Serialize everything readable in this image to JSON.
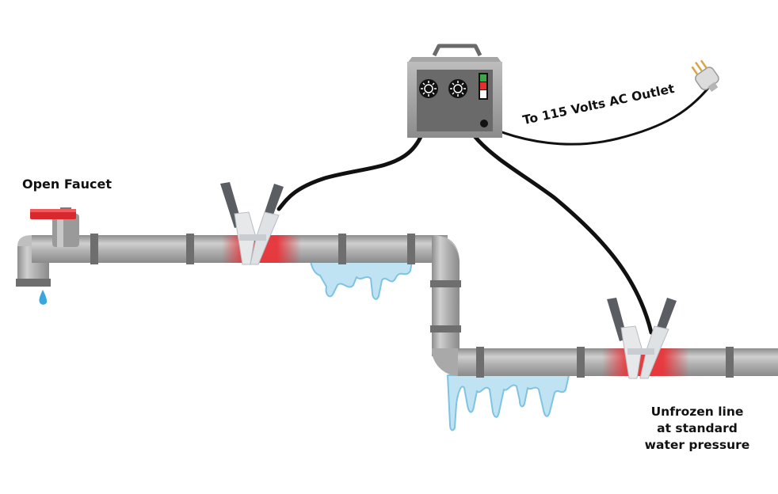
{
  "labels": {
    "faucet": "Open Faucet",
    "outlet": "To 115 Volts AC Outlet",
    "unfrozen_line_1": "Unfrozen line",
    "unfrozen_line_2": "at standard",
    "unfrozen_line_3": "water pressure"
  },
  "colors": {
    "pipe": "#a6a6a6",
    "pipe_light": "#c9c9c9",
    "pipe_joint": "#6e6e6e",
    "heat": "#e8353a",
    "faucet_handle": "#d9272e",
    "ice": "#bfe3f3",
    "ice_edge": "#7fc3e3",
    "box": "#8e8e8e",
    "box_panel": "#6a6a6a",
    "cable": "#111111",
    "clamp_grip": "#5a5d62",
    "clamp_body": "#e6e8ea",
    "indicator_green": "#3da64a",
    "indicator_red": "#e0302f",
    "water_drop": "#3aa6e0"
  },
  "icons": [
    "faucet-icon",
    "water-drop-icon",
    "thawing-machine-icon",
    "plug-icon",
    "clamp-icon",
    "icicle-icon"
  ]
}
